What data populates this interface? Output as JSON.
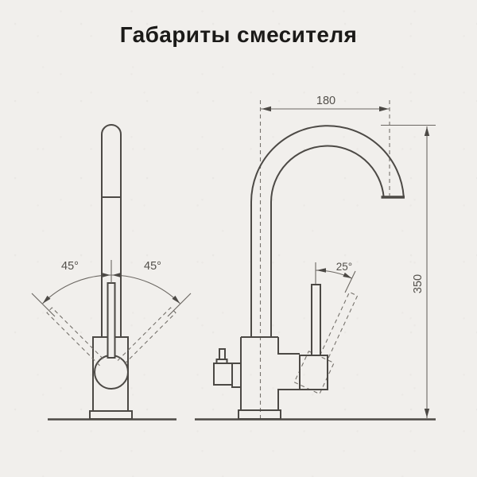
{
  "title": "Габариты смесителя",
  "front_view": {
    "swivel_angle_left": "45°",
    "swivel_angle_right": "45°"
  },
  "side_view": {
    "lever_angle": "25°",
    "spout_reach_mm": "180",
    "height_mm": "350"
  },
  "colors": {
    "paper": "#f1efec",
    "outline_ink": "#4c4945",
    "annotation_ink": "#6b6762",
    "title_ink": "#1b1a18"
  }
}
